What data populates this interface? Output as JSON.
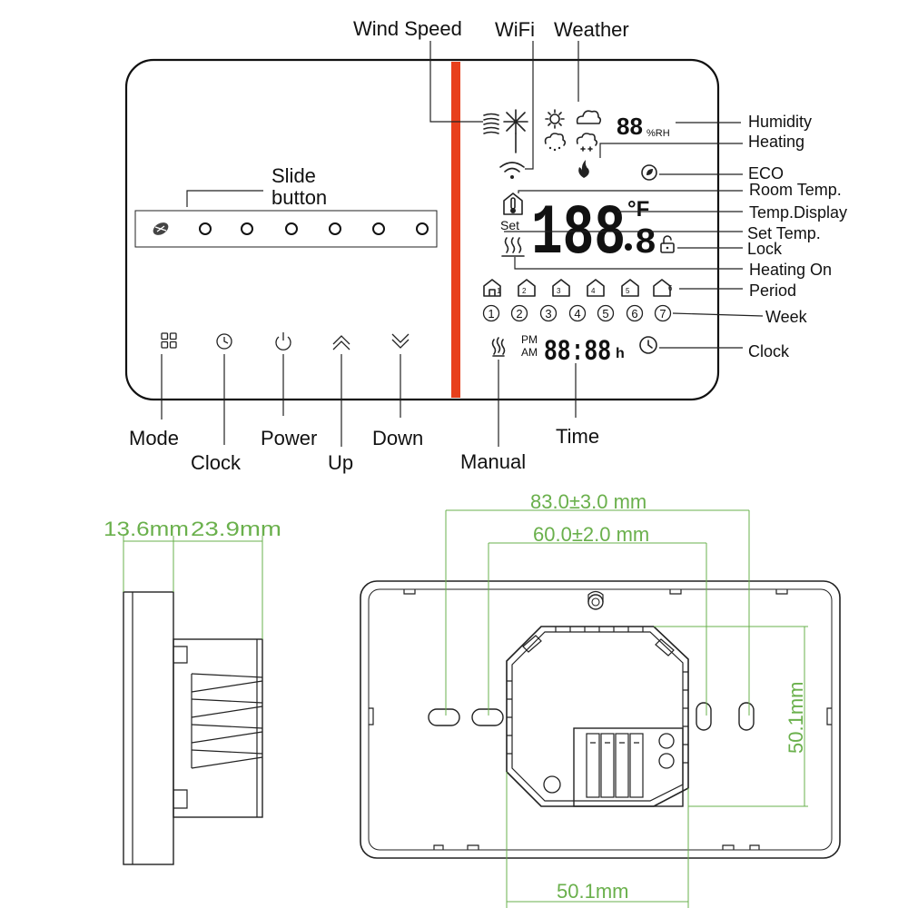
{
  "labels": {
    "wind_speed": "Wind Speed",
    "wifi": "WiFi",
    "weather": "Weather",
    "humidity": "Humidity",
    "heating": "Heating",
    "eco": "ECO",
    "room_temp": "Room Temp.",
    "temp_display": "Temp.Display",
    "set_temp": "Set Temp.",
    "lock": "Lock",
    "heating_on": "Heating On",
    "period": "Period",
    "week": "Week",
    "clock_right": "Clock",
    "slide_line1": "Slide",
    "slide_line2": "button",
    "mode": "Mode",
    "clock_bottom": "Clock",
    "power": "Power",
    "up": "Up",
    "down": "Down",
    "manual": "Manual",
    "time": "Time"
  },
  "display": {
    "humidity_digits": "88",
    "humidity_unit": "%RH",
    "temp_digits": "188",
    "temp_decimal": "8",
    "temp_unit": "°F",
    "set_text": "Set",
    "time_digits": "88:88",
    "time_unit": "h",
    "pm": "PM",
    "am": "AM",
    "period_numbers": [
      "1",
      "2",
      "3",
      "4",
      "5",
      "6"
    ],
    "week_numbers": [
      "1",
      "2",
      "3",
      "4",
      "5",
      "6",
      "7"
    ]
  },
  "dimensions": {
    "depth_front": "13.6mm",
    "depth_back": "23.9mm",
    "width_outer": "83.0±3.0 mm",
    "width_inner": "60.0±2.0 mm",
    "height_right": "50.1mm",
    "width_bottom": "50.1mm"
  },
  "colors": {
    "dimension_green": "#6ab04c",
    "divider_red": "#e8401c",
    "line_dark": "#222222"
  },
  "icons": [
    "fan-icon",
    "grid-icon",
    "clock-icon",
    "power-icon",
    "chevron-up-icon",
    "chevron-down-icon",
    "wind-icon",
    "wifi-icon",
    "sun-icon",
    "cloud-icon",
    "rain-icon",
    "snow-icon",
    "flame-icon",
    "eco-icon",
    "thermometer-icon",
    "lock-icon",
    "heat-wave-icon",
    "manual-icon",
    "house-icon"
  ]
}
